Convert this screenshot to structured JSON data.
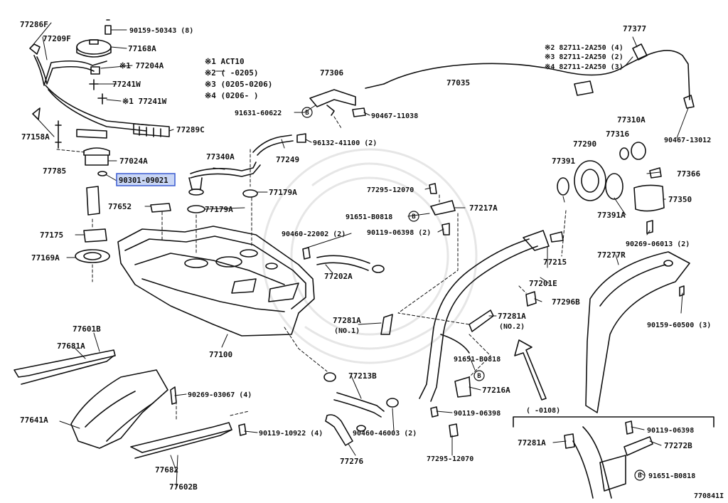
{
  "diagram": {
    "code": "770841I",
    "highlight_part": "90301-09021",
    "notes": [
      "※1 ACT10",
      "※2 (        -0205)",
      "※3 (0205-0206)",
      "※4 (0206-        )"
    ],
    "note_refs": [
      "※2 82711-2A250 (4)",
      "※3 82711-2A250 (2)",
      "※4 82711-2A250 (3)"
    ],
    "parts": [
      {
        "id": "77286F",
        "label": "77286F"
      },
      {
        "id": "77209F",
        "label": "77209F"
      },
      {
        "id": "90159-50343",
        "label": "90159-50343 (8)"
      },
      {
        "id": "77168A",
        "label": "77168A"
      },
      {
        "id": "77204A",
        "label": "※1 77204A"
      },
      {
        "id": "77241W",
        "label": "77241W"
      },
      {
        "id": "77241W-2",
        "label": "※1 77241W"
      },
      {
        "id": "77289C",
        "label": "77289C"
      },
      {
        "id": "77158A",
        "label": "77158A"
      },
      {
        "id": "77024A",
        "label": "77024A"
      },
      {
        "id": "77785",
        "label": "77785"
      },
      {
        "id": "90301-09021",
        "label": "90301-09021"
      },
      {
        "id": "77652",
        "label": "77652"
      },
      {
        "id": "77175",
        "label": "77175"
      },
      {
        "id": "77169A",
        "label": "77169A"
      },
      {
        "id": "77306",
        "label": "77306"
      },
      {
        "id": "91631-60622",
        "label": "91631-60622"
      },
      {
        "id": "90467-11038",
        "label": "90467-11038"
      },
      {
        "id": "77035",
        "label": "77035"
      },
      {
        "id": "77377",
        "label": "77377"
      },
      {
        "id": "90467-13012",
        "label": "90467-13012"
      },
      {
        "id": "96132-41100",
        "label": "96132-41100 (2)"
      },
      {
        "id": "77340A",
        "label": "77340A"
      },
      {
        "id": "77249",
        "label": "77249"
      },
      {
        "id": "77179A-1",
        "label": "77179A"
      },
      {
        "id": "77179A-2",
        "label": "77179A"
      },
      {
        "id": "77295-12070",
        "label": "77295-12070"
      },
      {
        "id": "77217A",
        "label": "77217A"
      },
      {
        "id": "91651-B0818",
        "label": "91651-B0818"
      },
      {
        "id": "90119-06398",
        "label": "90119-06398 (2)"
      },
      {
        "id": "90460-22002",
        "label": "90460-22002 (2)"
      },
      {
        "id": "77202A",
        "label": "77202A"
      },
      {
        "id": "77290",
        "label": "77290"
      },
      {
        "id": "77310A",
        "label": "77310A"
      },
      {
        "id": "77316",
        "label": "77316"
      },
      {
        "id": "77391",
        "label": "77391"
      },
      {
        "id": "77366",
        "label": "77366"
      },
      {
        "id": "77350",
        "label": "77350"
      },
      {
        "id": "77391A",
        "label": "77391A"
      },
      {
        "id": "90269-06013",
        "label": "90269-06013 (2)"
      },
      {
        "id": "77215",
        "label": "77215"
      },
      {
        "id": "77201E",
        "label": "77201E"
      },
      {
        "id": "77277R",
        "label": "77277R"
      },
      {
        "id": "77296B",
        "label": "77296B"
      },
      {
        "id": "90159-60500",
        "label": "90159-60500 (3)"
      },
      {
        "id": "77281A-1",
        "label": "77281A"
      },
      {
        "id": "77281A-1-sub",
        "label": "(NO.1)"
      },
      {
        "id": "77281A-2",
        "label": "77281A"
      },
      {
        "id": "77281A-2-sub",
        "label": "(NO.2)"
      },
      {
        "id": "77100",
        "label": "77100"
      },
      {
        "id": "77601B",
        "label": "77601B"
      },
      {
        "id": "77681A",
        "label": "77681A"
      },
      {
        "id": "77641A",
        "label": "77641A"
      },
      {
        "id": "90269-03067",
        "label": "90269-03067 (4)"
      },
      {
        "id": "90119-10922",
        "label": "90119-10922 (4)"
      },
      {
        "id": "77682",
        "label": "77682"
      },
      {
        "id": "77602B",
        "label": "77602B"
      },
      {
        "id": "77213B",
        "label": "77213B"
      },
      {
        "id": "90460-46003",
        "label": "90460-46003 (2)"
      },
      {
        "id": "77276",
        "label": "77276"
      },
      {
        "id": "91651-B0818-2",
        "label": "91651-B0818"
      },
      {
        "id": "77216A",
        "label": "77216A"
      },
      {
        "id": "90119-06398-2",
        "label": "90119-06398"
      },
      {
        "id": "77295-12070-2",
        "label": "77295-12070"
      },
      {
        "id": "inset-range",
        "label": "(      -0108)"
      },
      {
        "id": "77281A-3",
        "label": "77281A"
      },
      {
        "id": "90119-06398-3",
        "label": "90119-06398"
      },
      {
        "id": "77272B",
        "label": "77272B"
      },
      {
        "id": "91651-B0818-3",
        "label": "91651-B0818"
      }
    ]
  }
}
